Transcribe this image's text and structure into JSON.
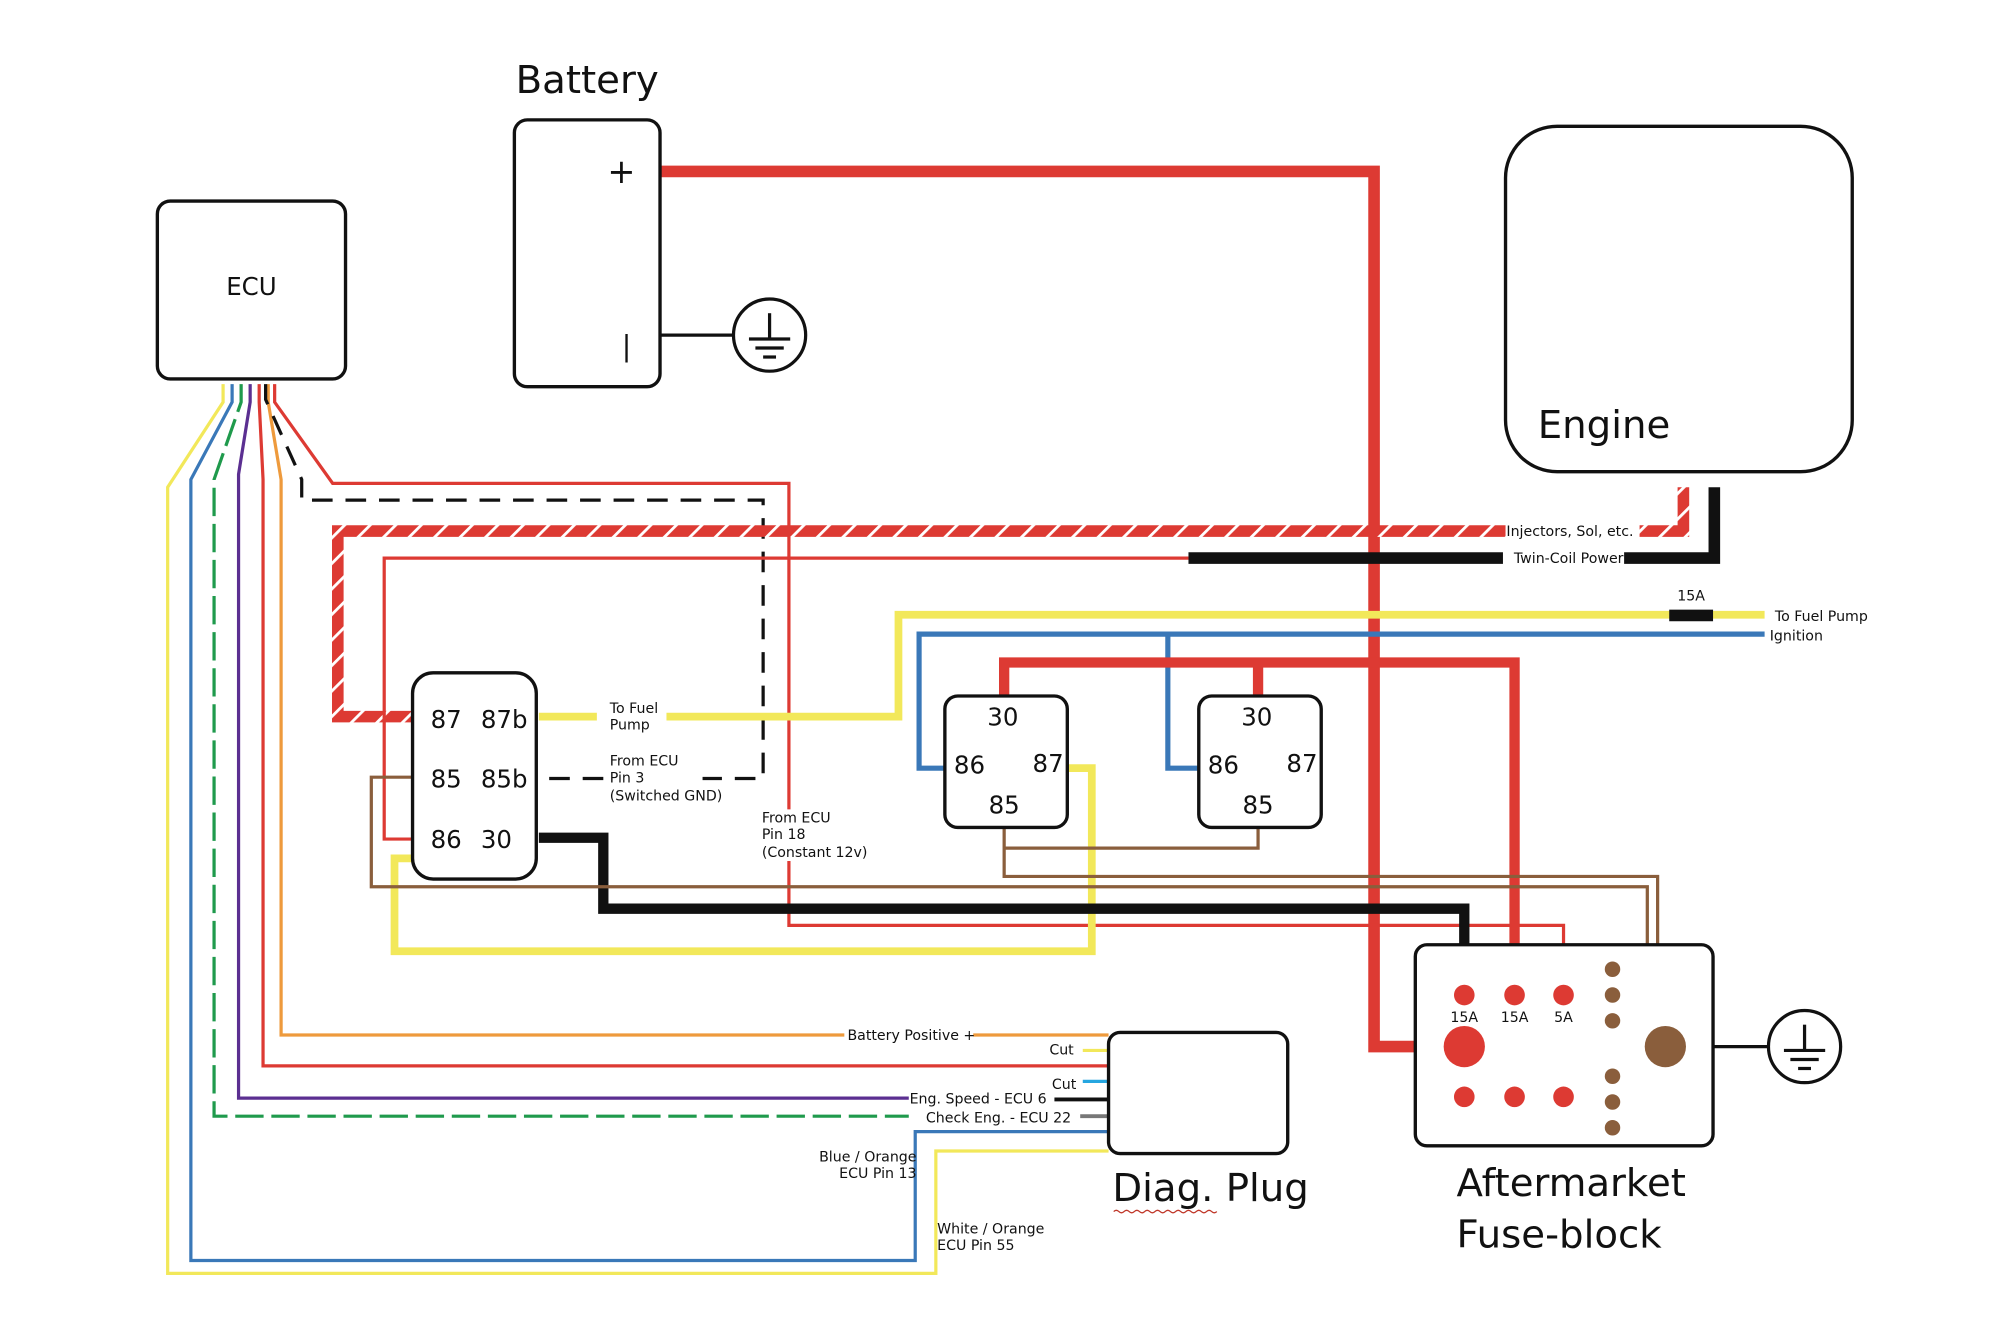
{
  "colors": {
    "red": "#dd3a33",
    "black": "#111111",
    "yellow": "#f2e85a",
    "blue": "#3a78b8",
    "brown": "#8a5e3c",
    "green": "#1f9a4c",
    "purple": "#5b2f91",
    "orange": "#ee9a3c",
    "lightblue": "#26a6e0",
    "grey": "#777777"
  },
  "components": {
    "ecu": {
      "label": "ECU"
    },
    "battery": {
      "label": "Battery",
      "positive": "+",
      "negative": "|"
    },
    "engine": {
      "label": "Engine"
    },
    "diag_plug": {
      "label": "Diag. Plug"
    },
    "fuse_block": {
      "label_line1": "Aftermarket",
      "label_line2": "Fuse-block",
      "fuses": [
        "15A",
        "15A",
        "5A"
      ]
    },
    "relay_main": {
      "pins": [
        "87",
        "87b",
        "85",
        "85b",
        "86",
        "30"
      ]
    },
    "relay_a": {
      "pins": [
        "30",
        "86",
        "87",
        "85"
      ]
    },
    "relay_b": {
      "pins": [
        "30",
        "86",
        "87",
        "85"
      ]
    }
  },
  "wires": {
    "injectors": "Injectors, Sol, etc.",
    "twin_coil": "Twin-Coil Power",
    "fuel_pump_fuse": "15A",
    "to_fuel_pump": "To Fuel Pump",
    "ignition": "Ignition",
    "relay_fuel_l1": "To Fuel",
    "relay_fuel_l2": "Pump",
    "ecu_pin3_l1": "From ECU",
    "ecu_pin3_l2": "Pin 3",
    "ecu_pin3_l3": "(Switched GND)",
    "ecu_pin18_l1": "From ECU",
    "ecu_pin18_l2": "Pin 18",
    "ecu_pin18_l3": "(Constant 12v)",
    "battery_positive": "Battery Positive +",
    "cut1": "Cut",
    "cut2": "Cut",
    "eng_speed": "Eng. Speed - ECU 6",
    "check_eng": "Check Eng. - ECU 22",
    "blue_orange_l1": "Blue / Orange",
    "blue_orange_l2": "ECU Pin 13",
    "white_orange_l1": "White / Orange",
    "white_orange_l2": "ECU Pin 55"
  }
}
